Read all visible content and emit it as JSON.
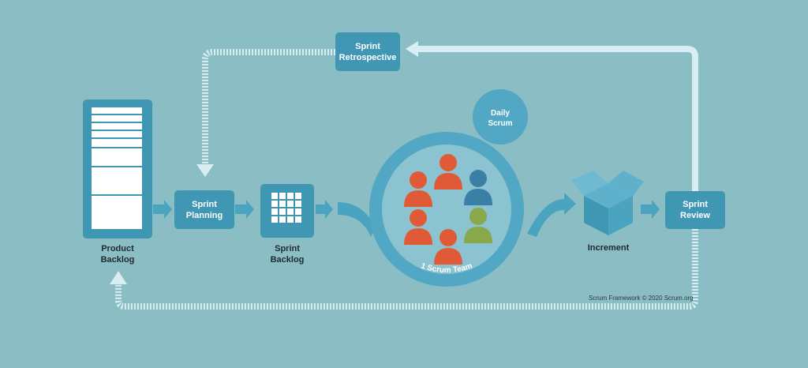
{
  "colors": {
    "background": "#8bbdc5",
    "box": "#3f97b4",
    "arrow": "#d8eef2",
    "flow_arrow": "#3f97b4",
    "team_ring": "#52a8c4",
    "team_inner": "#8bc3d1",
    "person_orange": "#e05a38",
    "person_blue": "#3a7fa5",
    "person_green": "#88a84a"
  },
  "nodes": {
    "sprint_retrospective": [
      "Sprint",
      "Retrospective"
    ],
    "daily_scrum": [
      "Daily",
      "Scrum"
    ],
    "product_backlog": [
      "Product",
      "Backlog"
    ],
    "sprint_planning": [
      "Sprint",
      "Planning"
    ],
    "sprint_backlog": [
      "Sprint",
      "Backlog"
    ],
    "scrum_team": "1 Scrum Team",
    "increment": "Increment",
    "sprint_review": [
      "Sprint",
      "Review"
    ]
  },
  "icons": {
    "product_backlog": "list-icon",
    "sprint_backlog": "grid-icon",
    "scrum_team": "people-icon",
    "increment": "box-icon"
  },
  "footer": {
    "copyright": "Scrum Framework © 2020 Scrum.org"
  }
}
